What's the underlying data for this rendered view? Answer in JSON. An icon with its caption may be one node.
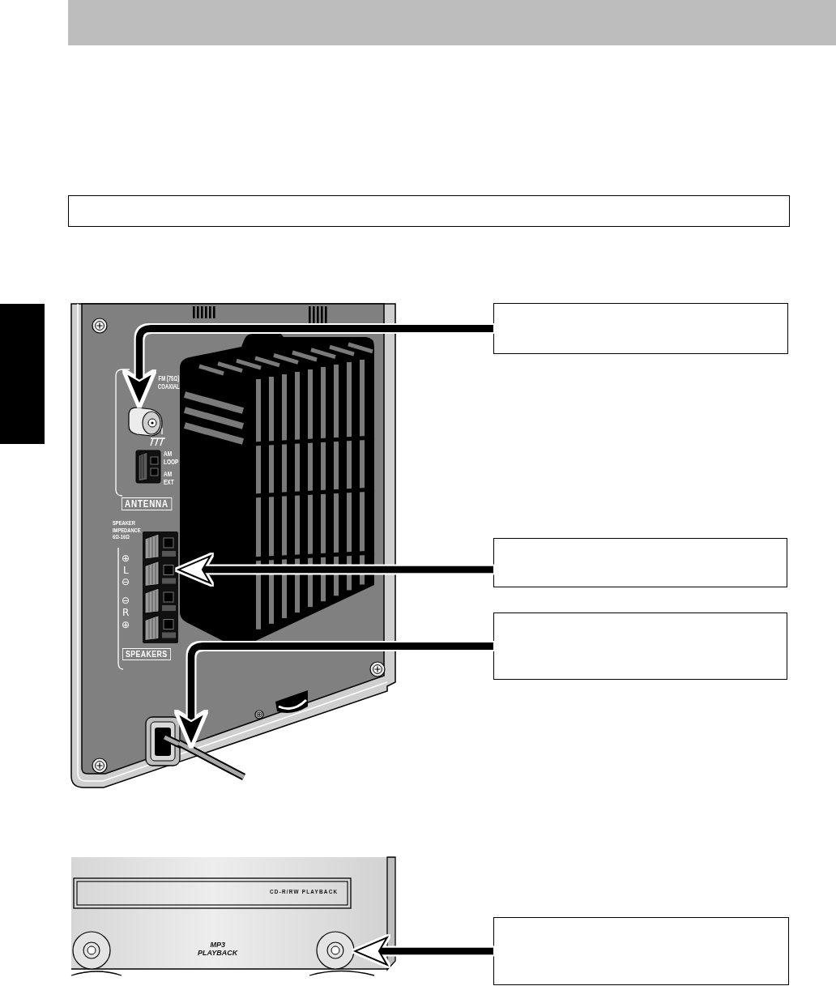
{
  "diagram": {
    "nodes": [
      {
        "text": [],
        "shape": "box"
      },
      {
        "text": [],
        "shape": "bar"
      },
      {
        "text": [],
        "shape": "box"
      },
      {
        "text": [],
        "shape": "picture"
      },
      {
        "text": [],
        "shape": "box"
      },
      {
        "text": [],
        "shape": "picture"
      },
      {
        "text": [],
        "shape": "box"
      },
      {
        "text": [],
        "shape": "picture"
      },
      {
        "text": [],
        "shape": "box"
      },
      {
        "text": [],
        "shape": "picture"
      },
      {
        "text": [],
        "shape": "picture"
      }
    ],
    "edges": [
      {
        "from": 2,
        "to": 3,
        "arrow": "to"
      },
      {
        "from": 4,
        "to": 5,
        "arrow": "to"
      },
      {
        "from": 6,
        "to": 7,
        "arrow": "to"
      },
      {
        "from": 8,
        "to": 10,
        "arrow": "to"
      }
    ],
    "labels": [
      "FM (75Ω) COAXIAL",
      "AM LOOP",
      "AM EXT",
      "ANTENNA",
      "SPEAKER IMPEDANCE 6Ω-16Ω",
      "⊕",
      "L",
      "⊖",
      "⊖",
      "R",
      "⊕",
      "SPEAKERS",
      "CD-R/RW PLAYBACK",
      "MP3 PLAYBACK"
    ]
  }
}
